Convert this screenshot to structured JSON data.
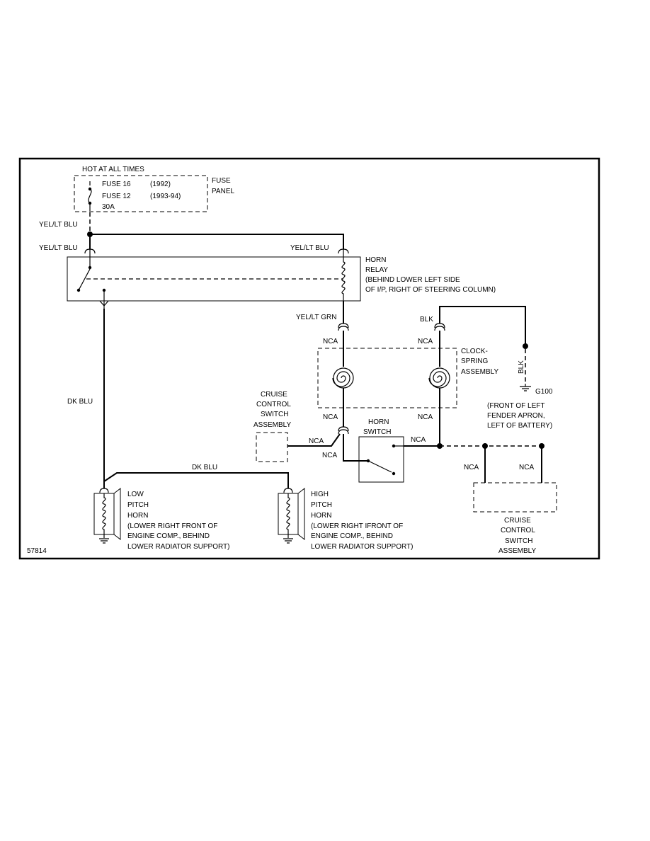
{
  "figure_number": "57814",
  "power": {
    "hot_label": "HOT AT ALL TIMES",
    "fuse_a": "FUSE 16",
    "fuse_a_year": "(1992)",
    "fuse_b": "FUSE 12",
    "fuse_b_year": "(1993-94)",
    "fuse_rating": "30A",
    "fuse_panel_line1": "FUSE",
    "fuse_panel_line2": "PANEL"
  },
  "wires": {
    "yel_lt_blu_top": "YEL/LT BLU",
    "yel_lt_blu_left": "YEL/LT BLU",
    "yel_lt_blu_right": "YEL/LT BLU",
    "yel_lt_grn": "YEL/LT GRN",
    "blk_top": "BLK",
    "blk_vertical": "BLK",
    "dk_blu_vertical": "DK BLU",
    "dk_blu_horizontal": "DK BLU",
    "nca_clock_left_top": "NCA",
    "nca_clock_right_top": "NCA",
    "nca_clock_left_bottom": "NCA",
    "nca_clock_right_bottom": "NCA",
    "nca_cruise_left": "NCA",
    "nca_switch_left": "NCA",
    "nca_switch_right": "NCA",
    "nca_cruise_right_1": "NCA",
    "nca_cruise_right_2": "NCA"
  },
  "horn_relay": {
    "line1": "HORN",
    "line2": "RELAY",
    "line3": "(BEHIND LOWER LEFT SIDE",
    "line4": "OF I/P, RIGHT OF STEERING COLUMN)"
  },
  "clockspring": {
    "line1": "CLOCK-",
    "line2": "SPRING",
    "line3": "ASSEMBLY"
  },
  "ground": {
    "id": "G100",
    "line1": "(FRONT OF LEFT",
    "line2": "FENDER APRON,",
    "line3": "LEFT OF BATTERY)"
  },
  "cruise_left": {
    "line1": "CRUISE",
    "line2": "CONTROL",
    "line3": "SWITCH",
    "line4": "ASSEMBLY"
  },
  "horn_switch": {
    "line1": "HORN",
    "line2": "SWITCH"
  },
  "cruise_right": {
    "line1": "CRUISE",
    "line2": "CONTROL",
    "line3": "SWITCH",
    "line4": "ASSEMBLY"
  },
  "low_horn": {
    "line1": "LOW",
    "line2": "PITCH",
    "line3": "HORN",
    "line4": "(LOWER RIGHT FRONT OF",
    "line5": "ENGINE COMP., BEHIND",
    "line6": "LOWER RADIATOR SUPPORT)"
  },
  "high_horn": {
    "line1": "HIGH",
    "line2": "PITCH",
    "line3": "HORN",
    "line4": "(LOWER RIGHT IFRONT OF",
    "line5": "ENGINE COMP., BEHIND",
    "line6": "LOWER RADIATOR SUPPORT)"
  }
}
